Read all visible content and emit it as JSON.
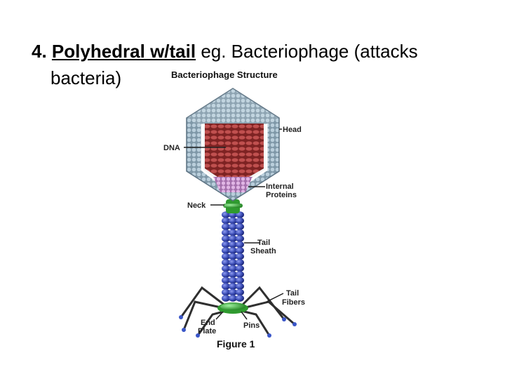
{
  "slide": {
    "number": "4.",
    "term": "Polyhedral w/tail",
    "text_line1": " eg. Bacteriophage (attacks",
    "text_line2": "bacteria)"
  },
  "figure": {
    "title": "Bacteriophage Structure",
    "caption": "Figure 1"
  },
  "labels": {
    "head": "Head",
    "dna": "DNA",
    "internal_1": "Internal",
    "internal_2": "Proteins",
    "neck": "Neck",
    "sheath_1": "Tail",
    "sheath_2": "Sheath",
    "fibers_1": "Tail",
    "fibers_2": "Fibers",
    "plate_1": "End",
    "plate_2": "Plate",
    "pins": "Pins"
  },
  "colors": {
    "capsid": "#8fa8b8",
    "dna": "#a0393a",
    "proteins": "#c98fcf",
    "neck": "#3ca83c",
    "sheath": "#3d4fb8",
    "fibers": "#333333",
    "pin_tips": "#3a56c8"
  }
}
